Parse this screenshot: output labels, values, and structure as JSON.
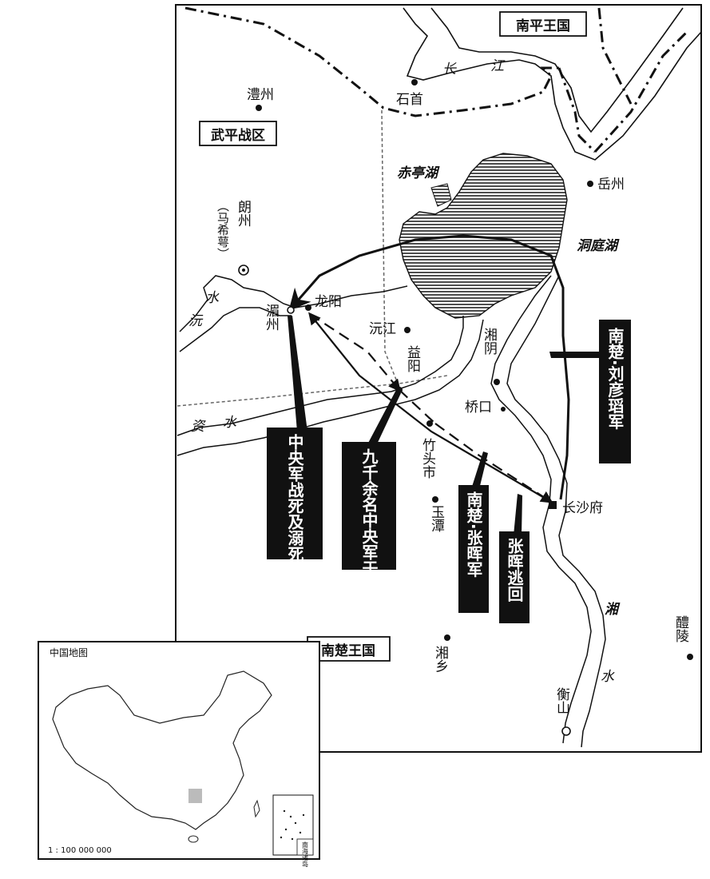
{
  "regions": {
    "nanping": "南平王国",
    "wuping": "武平战区",
    "chu": "南楚王国"
  },
  "places": {
    "lizhou": "澧州",
    "shishou": "石首",
    "yuezhou": "岳州",
    "langzhou": "朗州",
    "majingu": "（马希萼）",
    "meizhou": "湄州",
    "longyang": "龙阳",
    "yuanjiang": "沅江",
    "yiyang": "益阳",
    "xiangyin": "湘阴",
    "qiaokou": "桥口",
    "zhutoushi": "竹头市",
    "changsha": "长沙府",
    "yutan": "玉潭",
    "xiangxiang": "湘乡",
    "liling": "醴陵",
    "hengshan": "衡山"
  },
  "waters": {
    "chang1": "长",
    "chang2": "江",
    "chiting": "赤亭湖",
    "dongting": "洞庭湖",
    "yuan1": "沅",
    "yuan2": "水",
    "zi1": "资",
    "zi2": "水",
    "xiang1": "湘",
    "xiang2": "水"
  },
  "callouts": {
    "liu": "南楚·刘彦瑫军",
    "zhang": "南楚·张晖军",
    "flee": "张晖逃回",
    "nine": "九千余名中央军于此被杀",
    "dead": "中央军战死及溺死数千人"
  },
  "inset": {
    "title": "中国地图",
    "scale": "1 : 100 000 000",
    "sea_label": "南海诸岛"
  }
}
